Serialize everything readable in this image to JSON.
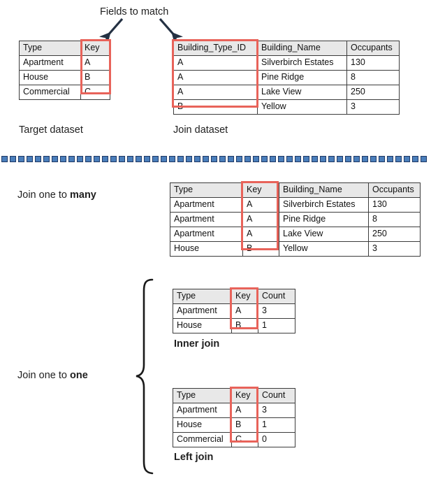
{
  "title_annotation": "Fields to match",
  "section_labels": {
    "target_dataset": "Target dataset",
    "join_dataset": "Join dataset",
    "join_one_to_many_prefix": "Join one to ",
    "join_one_to_many_emphasis": "many",
    "join_one_to_one_prefix": "Join one to ",
    "join_one_to_one_emphasis": "one",
    "inner_join": "Inner join",
    "left_join": "Left join"
  },
  "colors": {
    "highlight": "#e8635a",
    "header_fill": "#e8e8e8",
    "grid_line": "#3c3c3c",
    "arrow": "#243143",
    "divider_fill": "#4a7ebb",
    "divider_stroke": "#1f3864",
    "brace": "#1a1a1a"
  },
  "tables": {
    "target": {
      "name": "Target dataset",
      "columns": [
        "Type",
        "Key"
      ],
      "rows": [
        [
          "Apartment",
          "A"
        ],
        [
          "House",
          "B"
        ],
        [
          "Commercial",
          "C"
        ]
      ],
      "highlighted_column": "Key"
    },
    "join": {
      "name": "Join dataset",
      "columns": [
        "Building_Type_ID",
        "Building_Name",
        "Occupants"
      ],
      "rows": [
        [
          "A",
          "Silverbirch Estates",
          "130"
        ],
        [
          "A",
          "Pine Ridge",
          "8"
        ],
        [
          "A",
          "Lake View",
          "250"
        ],
        [
          "B",
          "Yellow",
          "3"
        ]
      ],
      "highlighted_column": "Building_Type_ID"
    },
    "one_to_many": {
      "name": "Join one to many",
      "columns": [
        "Type",
        "Key",
        "Building_Name",
        "Occupants"
      ],
      "rows": [
        [
          "Apartment",
          "A",
          "Silverbirch Estates",
          "130"
        ],
        [
          "Apartment",
          "A",
          "Pine Ridge",
          "8"
        ],
        [
          "Apartment",
          "A",
          "Lake View",
          "250"
        ],
        [
          "House",
          "B",
          "Yellow",
          "3"
        ]
      ],
      "highlighted_column": "Key"
    },
    "inner_join": {
      "name": "Inner join",
      "columns": [
        "Type",
        "Key",
        "Count"
      ],
      "rows": [
        [
          "Apartment",
          "A",
          "3"
        ],
        [
          "House",
          "B",
          "1"
        ]
      ],
      "highlighted_column": "Key"
    },
    "left_join": {
      "name": "Left join",
      "columns": [
        "Type",
        "Key",
        "Count"
      ],
      "rows": [
        [
          "Apartment",
          "A",
          "3"
        ],
        [
          "House",
          "B",
          "1"
        ],
        [
          "Commercial",
          "C",
          "0"
        ]
      ],
      "highlighted_column": "Key"
    }
  },
  "annotations": {
    "arrow_left_name": "arrow-to-target-key",
    "arrow_right_name": "arrow-to-join-key",
    "divider_name": "section-divider",
    "brace_name": "one-to-one-brace"
  }
}
